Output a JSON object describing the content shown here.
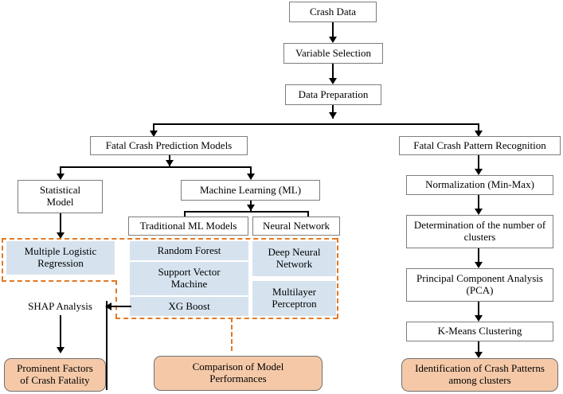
{
  "diagram": {
    "title": "Crash Data Analysis Methodology Flowchart",
    "colors": {
      "plain_fill": "#ffffff",
      "plain_border": "#7d7d7d",
      "blue_fill": "#d6e3ef",
      "orange_fill": "#f5c9a8",
      "orange_border": "#6f6f6f",
      "dashed_group": "#e07a28",
      "connector": "#000000"
    },
    "nodes": {
      "crash_data": "Crash Data",
      "variable_selection": "Variable Selection",
      "data_preparation": "Data Preparation",
      "fatal_crash_prediction_models": "Fatal Crash Prediction Models",
      "fatal_crash_pattern_recognition": "Fatal Crash Pattern Recognition",
      "statistical_model": "Statistical\nModel",
      "machine_learning": "Machine Learning (ML)",
      "traditional_ml_models": "Traditional ML Models",
      "neural_network": "Neural Network",
      "multiple_logistic_regression": "Multiple Logistic\nRegression",
      "random_forest": "Random Forest",
      "support_vector_machine": "Support Vector\nMachine",
      "xg_boost": "XG Boost",
      "deep_neural_network": "Deep Neural\nNetwork",
      "multilayer_perceptron": "Multilayer\nPerceptron",
      "shap_analysis": "SHAP Analysis",
      "prominent_factors": "Prominent Factors\nof Crash Fatality",
      "comparison_of_model_performances": "Comparison of Model\nPerformances",
      "normalization": "Normalization (Min-Max)",
      "determination_of_clusters": "Determination of the number of\nclusters",
      "principal_component_analysis": "Principal Component Analysis\n(PCA)",
      "kmeans_clustering": "K-Means Clustering",
      "identification_of_crash_patterns": "Identification of Crash Patterns\namong clusters"
    }
  }
}
